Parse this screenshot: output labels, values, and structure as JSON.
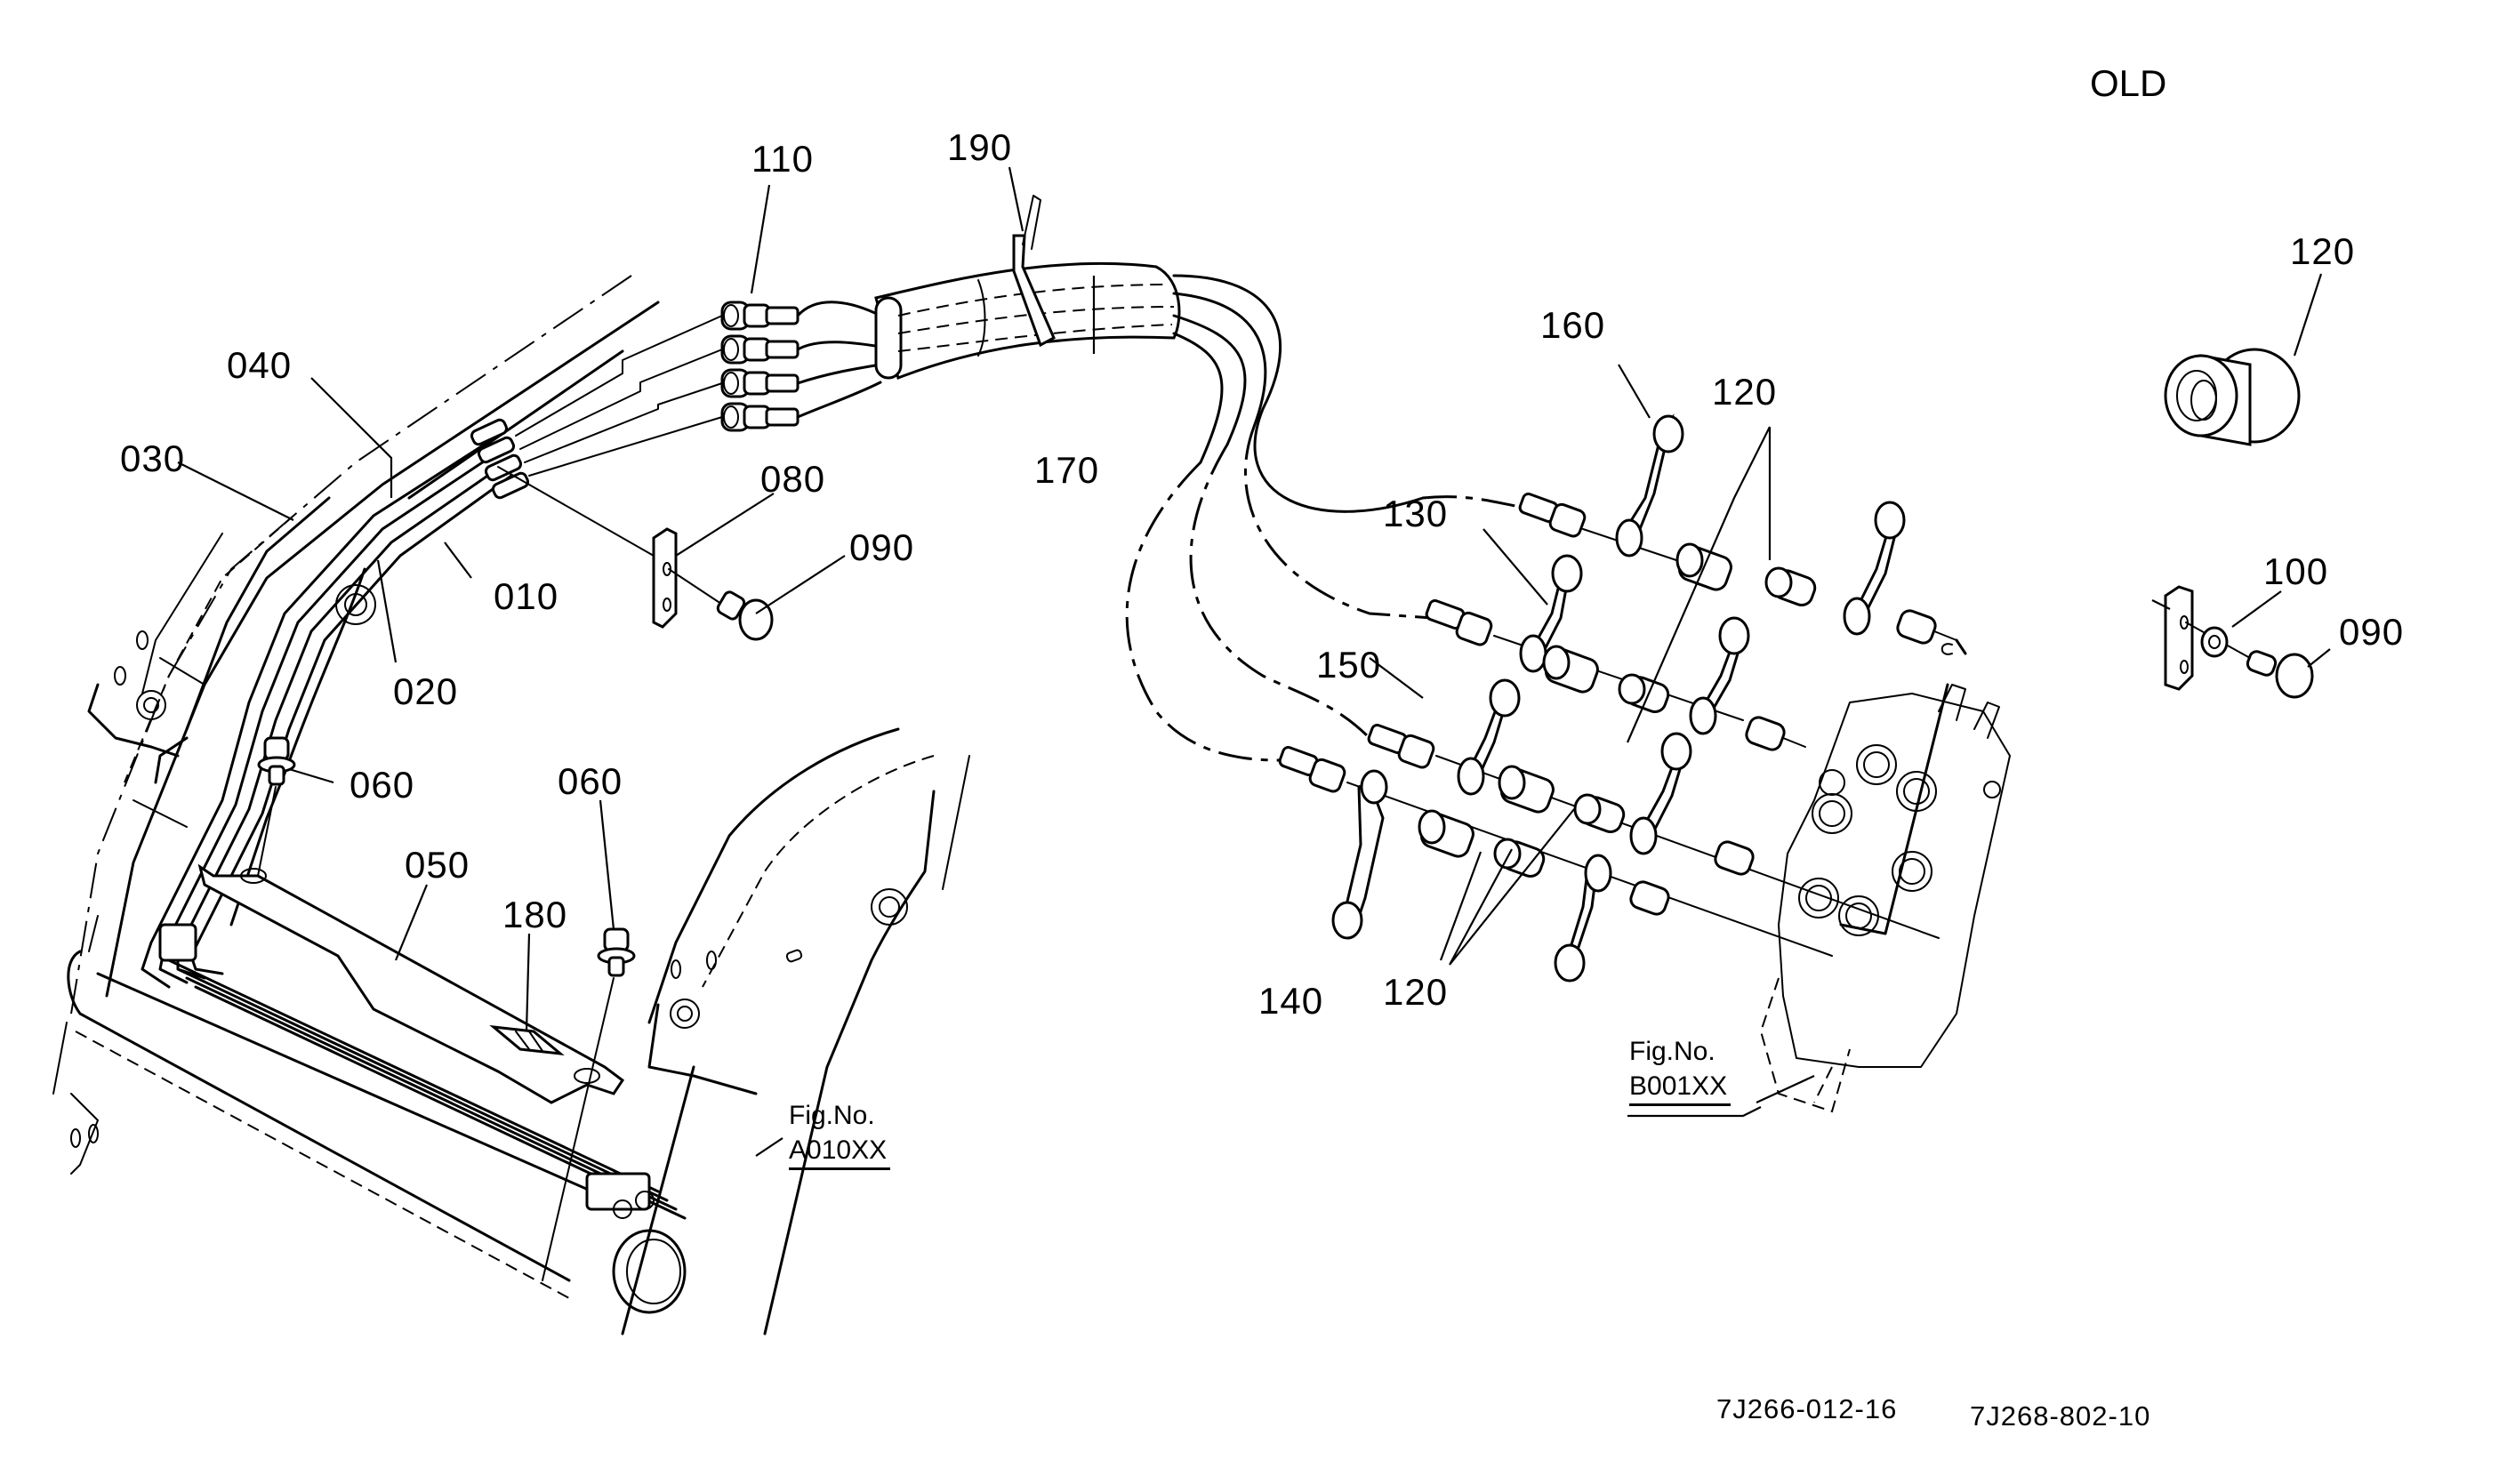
{
  "diagram": {
    "variant_label": "OLD",
    "callouts": {
      "c010": "010",
      "c020": "020",
      "c030": "030",
      "c040": "040",
      "c050": "050",
      "c060a": "060",
      "c060b": "060",
      "c080": "080",
      "c090a": "090",
      "c090b": "090",
      "c100": "100",
      "c110": "110",
      "c120a": "120",
      "c120b": "120",
      "c120c": "120",
      "c130": "130",
      "c140": "140",
      "c150": "150",
      "c160": "160",
      "c170": "170",
      "c180": "180",
      "c190": "190"
    },
    "figure_refs": {
      "a": {
        "prefix": "Fig.No.",
        "code": "A010XX"
      },
      "b": {
        "prefix": "Fig.No.",
        "code": "B001XX"
      }
    },
    "drawing_numbers": {
      "left": "7J266-012-16",
      "right": "7J268-802-10"
    }
  }
}
